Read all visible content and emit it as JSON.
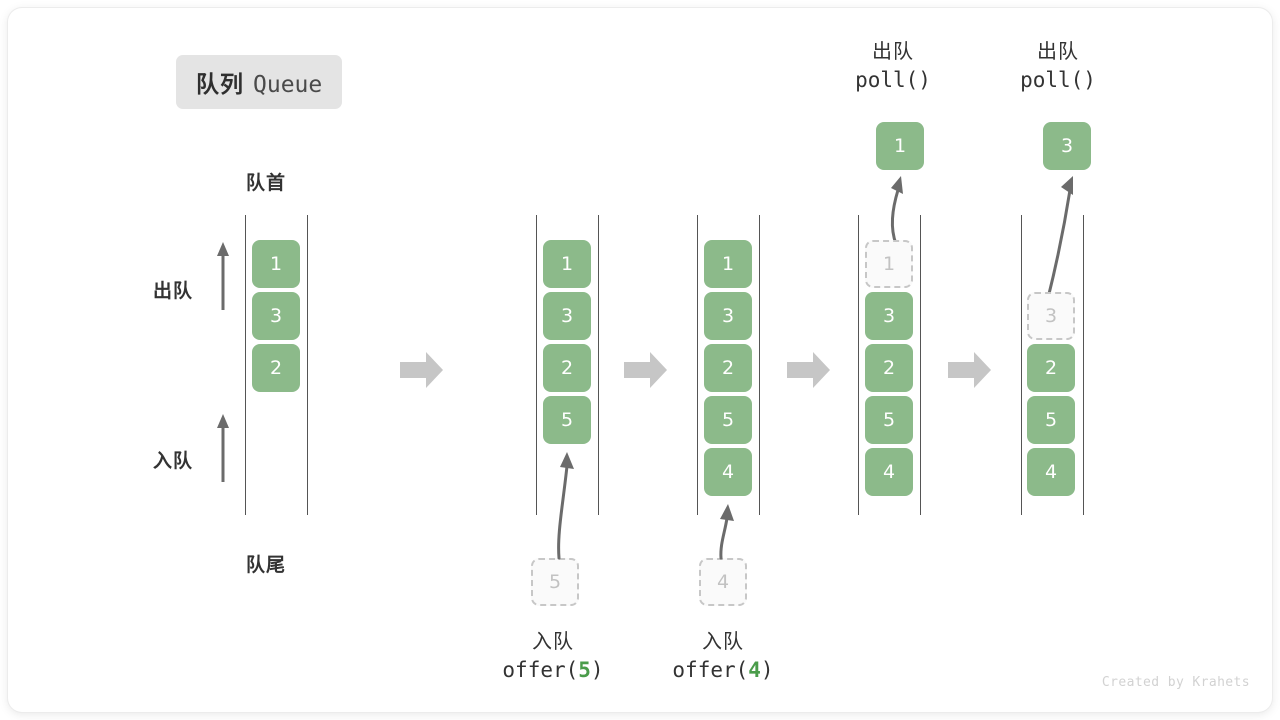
{
  "title": {
    "cn": "队列",
    "en": "Queue"
  },
  "labels": {
    "head": "队首",
    "tail": "队尾",
    "dequeue": "出队",
    "enqueue": "入队"
  },
  "watermark": "Created by Krahets",
  "colors": {
    "cell": "#8cba8a",
    "ghost_text": "#c2c2c2",
    "accent": "#4a9c4a",
    "rail": "#555555",
    "badge_bg": "#e4e4e4",
    "arrow": "#c6c6c6"
  },
  "ops": {
    "offer5": {
      "cn": "入队",
      "call_pre": "offer(",
      "call_num": "5",
      "call_post": ")"
    },
    "offer4": {
      "cn": "入队",
      "call_pre": "offer(",
      "call_num": "4",
      "call_post": ")"
    },
    "poll1": {
      "cn": "出队",
      "call": "poll()"
    },
    "poll2": {
      "cn": "出队",
      "call": "poll()"
    }
  },
  "columns": [
    {
      "id": "state-0",
      "cells": [
        "1",
        "3",
        "2"
      ],
      "ghost_index": -1
    },
    {
      "id": "state-1",
      "cells": [
        "1",
        "3",
        "2",
        "5"
      ],
      "ghost_index": -1,
      "incoming": "5"
    },
    {
      "id": "state-2",
      "cells": [
        "1",
        "3",
        "2",
        "5",
        "4"
      ],
      "ghost_index": -1,
      "incoming": "4"
    },
    {
      "id": "state-3",
      "cells": [
        "1",
        "3",
        "2",
        "5",
        "4"
      ],
      "ghost_index": 0,
      "outgoing": "1"
    },
    {
      "id": "state-4",
      "cells": [
        "3",
        "2",
        "5",
        "4"
      ],
      "ghost_index": 0,
      "outgoing": "3"
    }
  ],
  "cells": {
    "c0": [
      "1",
      "3",
      "2"
    ],
    "c1": [
      "1",
      "3",
      "2",
      "5"
    ],
    "c1_in": "5",
    "c2": [
      "1",
      "3",
      "2",
      "5",
      "4"
    ],
    "c2_in": "4",
    "c3_ghost": "1",
    "c3": [
      "3",
      "2",
      "5",
      "4"
    ],
    "c3_out": "1",
    "c4_ghost": "3",
    "c4": [
      "2",
      "5",
      "4"
    ],
    "c4_out": "3"
  }
}
